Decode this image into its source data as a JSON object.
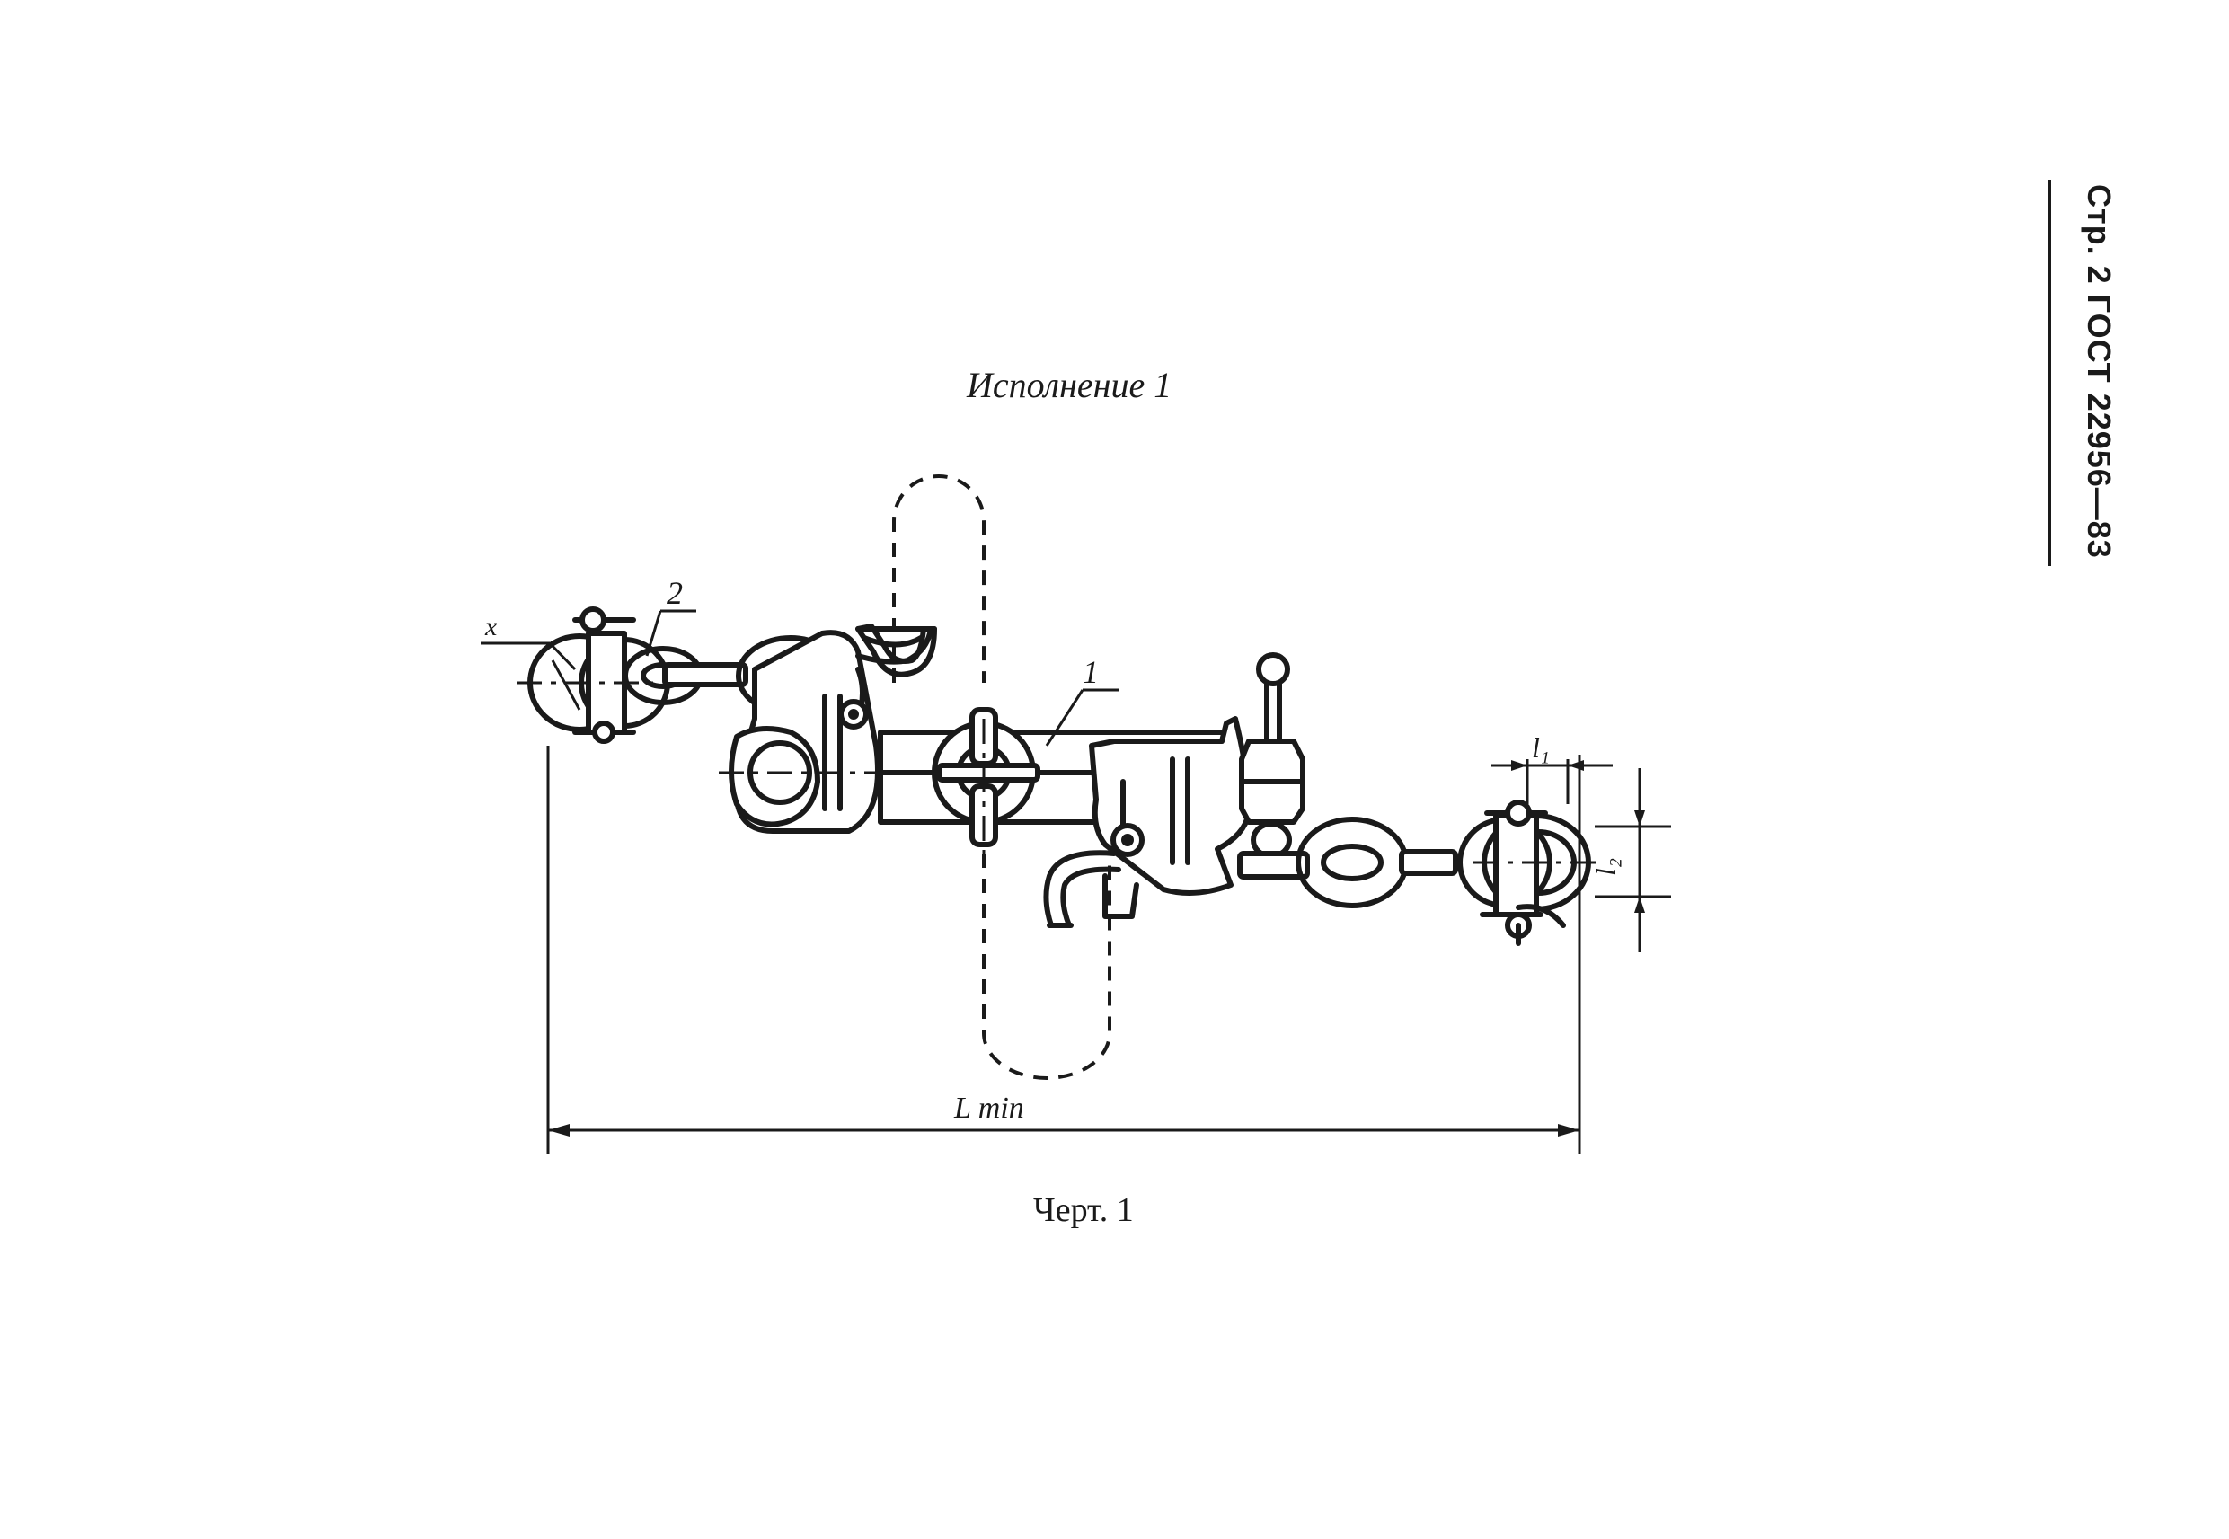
{
  "page_header": "Стр. 2 ГОСТ 22956—83",
  "heading": "Исполнение 1",
  "caption": "Черт. 1",
  "drawing": {
    "callouts": {
      "body": "1",
      "chain": "2",
      "link": "х"
    },
    "dimensions": {
      "l1": "l₁",
      "l2": "l₂",
      "lmin": "L min"
    }
  }
}
